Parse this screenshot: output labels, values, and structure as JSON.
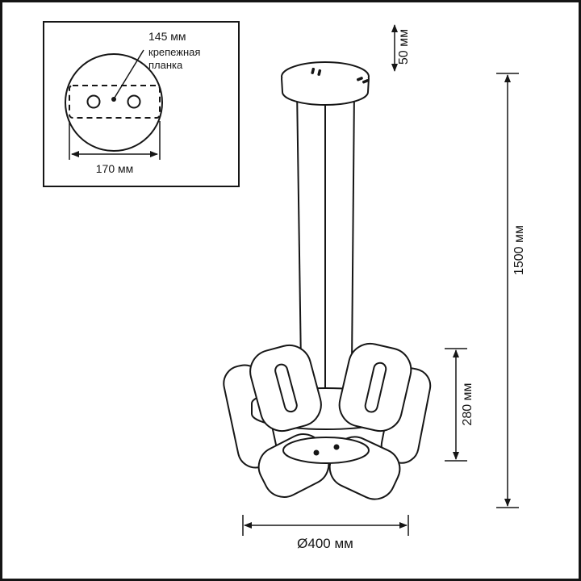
{
  "inset": {
    "hole_distance_label": "145 мм",
    "bracket_label_line1": "крепежная",
    "bracket_label_line2": "планка",
    "plate_width_label": "170 мм"
  },
  "dimensions": {
    "canopy_height_label": "50 мм",
    "overall_height_label": "1500 мм",
    "shade_height_label": "280 мм",
    "diameter_label": "Ø400 мм"
  },
  "colors": {
    "line": "#161616",
    "background": "#ffffff"
  }
}
